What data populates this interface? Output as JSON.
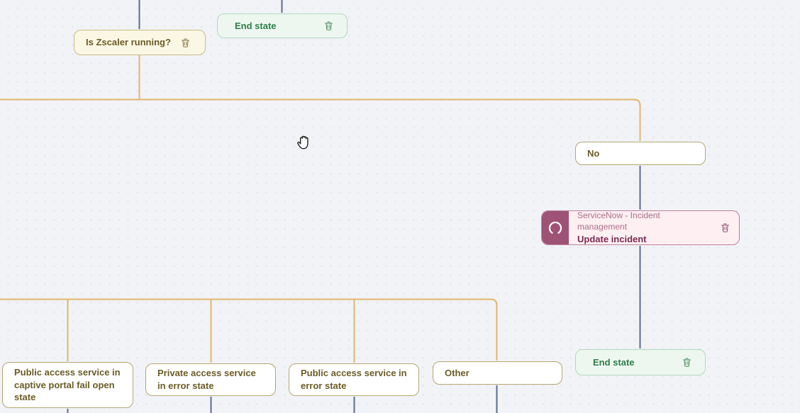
{
  "canvas": {
    "background": "#f1f3f7",
    "dot_color": "#dfe2e9"
  },
  "colors": {
    "canvas_bg": "#f1f3f7",
    "dot_color": "#dfe2e9",
    "connector_blue": "#5a6d8e",
    "connector_orange": "#e2b56d",
    "question_bg": "#fbf7e5",
    "question_border": "#cbba82",
    "question_text": "#6b5c26",
    "branch_bg": "#ffffff",
    "branch_border": "#b7a672",
    "branch_text": "#6b5c26",
    "end_bg": "#edf7f0",
    "end_border": "#b2d8bd",
    "end_text": "#2f7d4a",
    "action_dark": "#9e5376",
    "action_bg": "#fdeff2",
    "action_border": "#bd819e",
    "action_app_text": "#ab6e8b",
    "action_title_text": "#7c2b52"
  },
  "nodes": {
    "question": {
      "label": "Is Zscaler running?",
      "delete_icon": "trash-icon"
    },
    "end_top": {
      "label": "End state",
      "delete_icon": "trash-icon"
    },
    "branch_no": {
      "label": "No"
    },
    "action_servicenow": {
      "app": "ServiceNow - Incident management",
      "title": "Update incident",
      "app_icon": "servicenow-icon",
      "delete_icon": "trash-icon"
    },
    "end_bottom": {
      "label": "End state",
      "delete_icon": "trash-icon"
    },
    "branch_captive_portal": {
      "label": "Public access service in captive portal fail open state"
    },
    "branch_private_error": {
      "label": "Private access service in error state"
    },
    "branch_public_error": {
      "label": "Public access service in error state"
    },
    "branch_other": {
      "label": "Other"
    }
  },
  "cursor": {
    "icon": "grab-hand-cursor"
  }
}
